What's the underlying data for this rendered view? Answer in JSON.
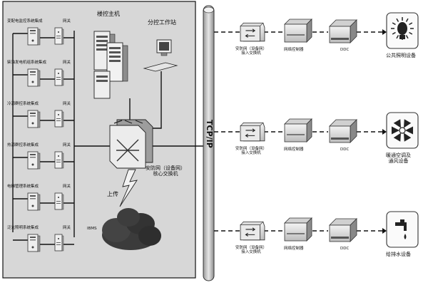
{
  "main_host_label": "楼控主机",
  "workstation_label": "分控工作站",
  "core_switch_label": "安防网（设备网）\n核心交换机",
  "upload_label": "上传",
  "ibms_label": "IBMS",
  "bus_label": "TCP/IP",
  "gateway_label": "网关",
  "subsystems": [
    {
      "label": "变配电监控系统集成"
    },
    {
      "label": "柴油发电机组系统集成"
    },
    {
      "label": "冷源群控系统集成"
    },
    {
      "label": "热源群控系统集成"
    },
    {
      "label": "电梯管理系统集成"
    },
    {
      "label": "泛光照明系统集成"
    }
  ],
  "branch_devices": {
    "access_switch": "安防网（设备网）\n接入交换机",
    "network_controller": "网络控制器",
    "ddc": "DDC"
  },
  "branches": [
    {
      "endpoint": "公共照明设备",
      "icon": "light-bulb-icon"
    },
    {
      "endpoint": "暖通空调及\n通风设备",
      "icon": "fan-icon"
    },
    {
      "endpoint": "给排水设备",
      "icon": "water-tap-icon"
    }
  ],
  "colors": {
    "panel_bg": "#d7d7d7",
    "device_light": "#e9e9e9",
    "device_dark": "#6e6e6e",
    "cloud": "#3b3b3b",
    "line": "#111111"
  }
}
